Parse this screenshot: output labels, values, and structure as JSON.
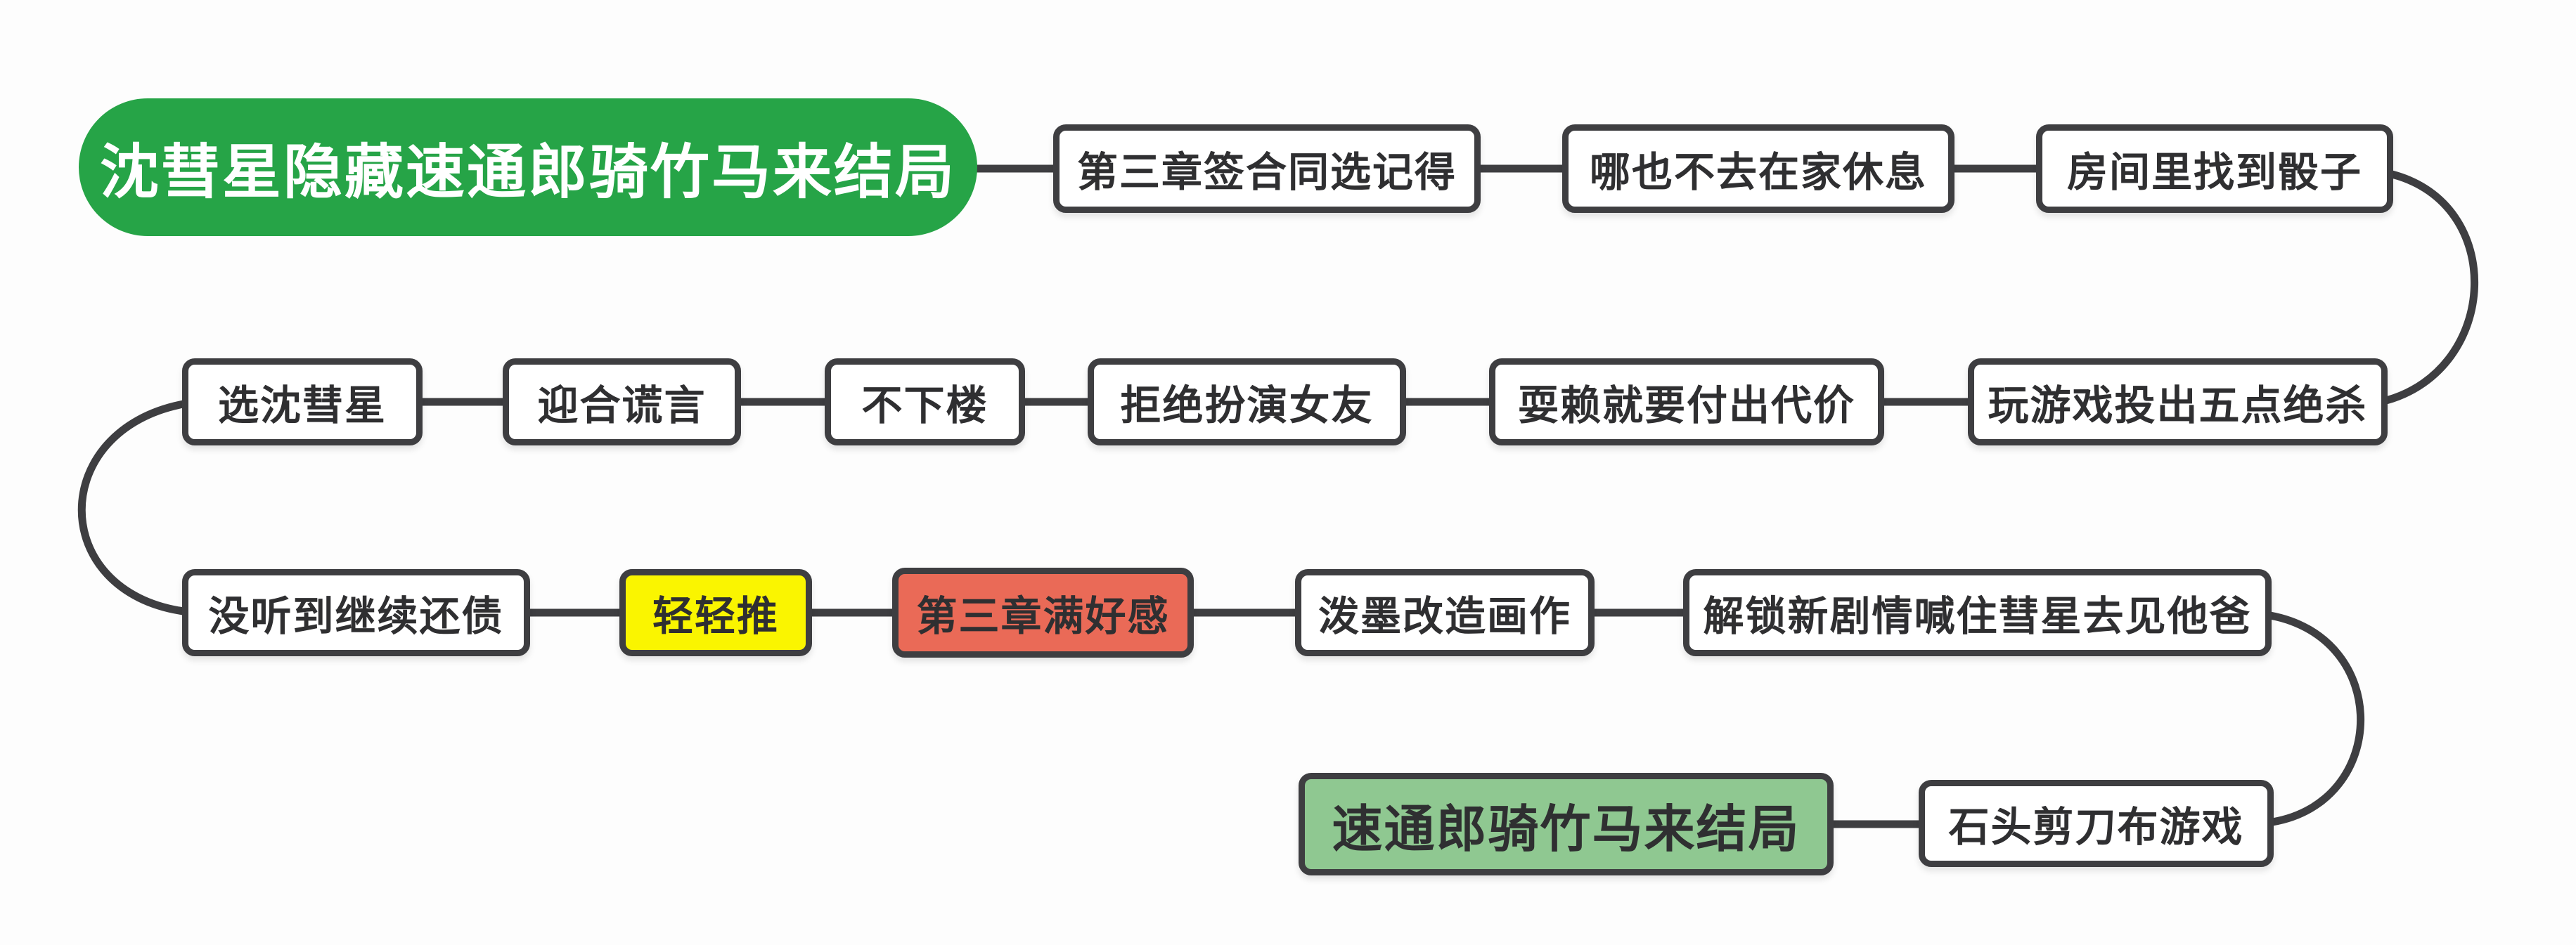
{
  "diagram": {
    "type": "flowchart-walkthrough",
    "palette": {
      "line": "#3E3E41",
      "text": "#2F2F31",
      "box_fill": "#FFFFFF",
      "background": "#FDFDFD",
      "start_pill_fill": "#26A447",
      "start_pill_text": "#FFFFFF",
      "yellow_fill": "#FAF500",
      "red_fill": "#EA6A57",
      "end_green_fill": "#8FC891"
    },
    "nodes": {
      "start": {
        "label": "沈彗星隐藏速通郎骑竹马来结局",
        "style": "green-pill"
      },
      "sign_contract": {
        "label": "第三章签合同选记得",
        "style": "white"
      },
      "stay_home": {
        "label": "哪也不去在家休息",
        "style": "white"
      },
      "find_dice": {
        "label": "房间里找到骰子",
        "style": "white"
      },
      "dice_five": {
        "label": "玩游戏投出五点绝杀",
        "style": "white"
      },
      "cheat_price": {
        "label": "耍赖就要付出代价",
        "style": "white"
      },
      "refuse_girlfriend": {
        "label": "拒绝扮演女友",
        "style": "white"
      },
      "stay_upstairs": {
        "label": "不下楼",
        "style": "white"
      },
      "cater_lie": {
        "label": "迎合谎言",
        "style": "white"
      },
      "choose_shen": {
        "label": "选沈彗星",
        "style": "white"
      },
      "keep_debt": {
        "label": "没听到继续还债",
        "style": "white"
      },
      "gentle_push": {
        "label": "轻轻推",
        "style": "yellow"
      },
      "full_favor": {
        "label": "第三章满好感",
        "style": "red"
      },
      "ink_painting": {
        "label": "泼墨改造画作",
        "style": "white"
      },
      "meet_dad": {
        "label": "解锁新剧情喊住彗星去见他爸",
        "style": "white"
      },
      "rock_paper": {
        "label": "石头剪刀布游戏",
        "style": "white"
      },
      "ending": {
        "label": "速通郎骑竹马来结局",
        "style": "green-box"
      }
    },
    "flow": [
      "start",
      "sign_contract",
      "stay_home",
      "find_dice",
      "dice_five",
      "cheat_price",
      "refuse_girlfriend",
      "stay_upstairs",
      "cater_lie",
      "choose_shen",
      "keep_debt",
      "gentle_push",
      "full_favor",
      "ink_painting",
      "meet_dad",
      "rock_paper",
      "ending"
    ]
  }
}
